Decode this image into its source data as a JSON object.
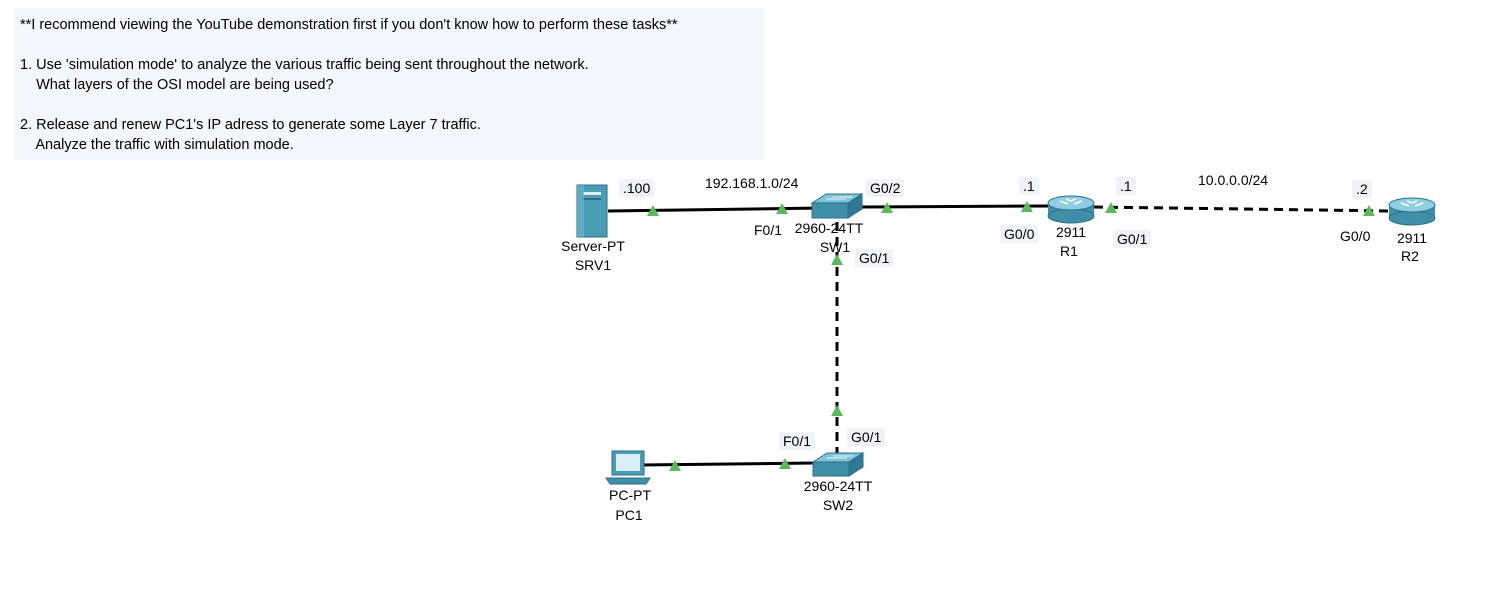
{
  "note": {
    "header": "**I recommend viewing the YouTube demonstration first if you don't know how to perform these tasks**",
    "task1_line1": "1. Use 'simulation mode' to analyze the various traffic being sent throughout the network.",
    "task1_line2": "    What layers of the OSI model are being used?",
    "task2_line1": "2. Release and renew PC1's IP adress to generate some Layer 7 traffic.",
    "task2_line2": "    Analyze the traffic with simulation mode."
  },
  "devices": {
    "srv1": {
      "model": "Server-PT",
      "name": "SRV1"
    },
    "sw1": {
      "model": "2960-24TT",
      "name": "SW1"
    },
    "r1": {
      "model": "2911",
      "name": "R1"
    },
    "r2": {
      "model": "2911",
      "name": "R2"
    },
    "pc1": {
      "model": "PC-PT",
      "name": "PC1"
    },
    "sw2": {
      "model": "2960-24TT",
      "name": "SW2"
    }
  },
  "networks": {
    "lan": "192.168.1.0/24",
    "wan": "10.0.0.0/24"
  },
  "labels": {
    "srv1_ip": ".100",
    "sw1_f01": "F0/1",
    "sw1_g02": "G0/2",
    "sw1_g01": "G0/1",
    "r1_g00_ip": ".1",
    "r1_g00": "G0/0",
    "r1_g01_ip": ".1",
    "r1_g01": "G0/1",
    "r2_g00_ip": ".2",
    "r2_g00": "G0/0",
    "sw2_f01": "F0/1",
    "sw2_g01": "G0/1"
  },
  "colors": {
    "link_up": "#5cb85c",
    "device_teal": "#4a9bb4",
    "note_bg": "#f5f6fb"
  }
}
